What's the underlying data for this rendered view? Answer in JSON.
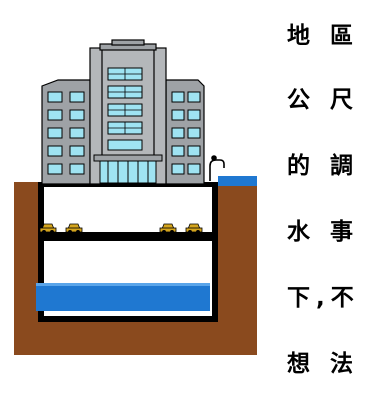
{
  "side_text": [
    "地 區",
    "公 尺",
    "的 調",
    "水 事",
    "下,不",
    "想 法"
  ],
  "colors": {
    "soil": "#8a4a1e",
    "water": "#1f78d1",
    "building_gray": "#9ea2a6",
    "window_cyan": "#9fe3f2",
    "frame_black": "#000000",
    "basement_white": "#ffffff"
  },
  "icons": [
    "building-icon",
    "car-icon",
    "faucet-icon"
  ]
}
